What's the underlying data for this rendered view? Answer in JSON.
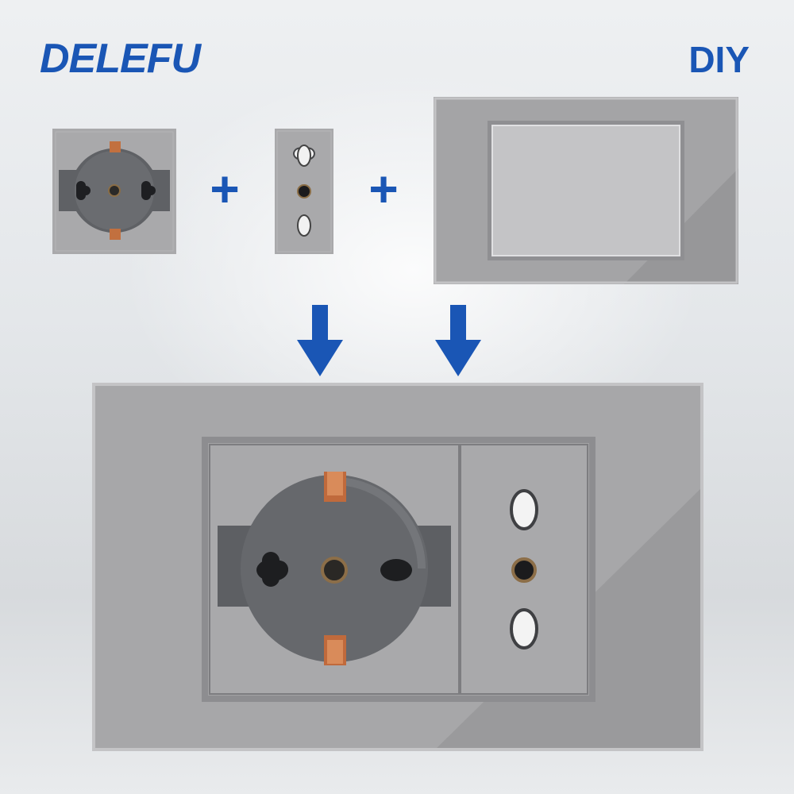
{
  "brand": {
    "name": "DELEFU"
  },
  "header": {
    "tag": "DIY"
  },
  "assembly": {
    "operators": [
      "+",
      "+"
    ],
    "components": [
      "schuko-socket-module",
      "italian-socket-module",
      "glass-frame-panel"
    ],
    "result": "assembled-wall-socket-panel"
  },
  "colors": {
    "brand_blue": "#1a56b5",
    "panel_gray": "#a7a7a9",
    "socket_dark": "#5d5f63",
    "contact_copper": "#c06a3c"
  }
}
